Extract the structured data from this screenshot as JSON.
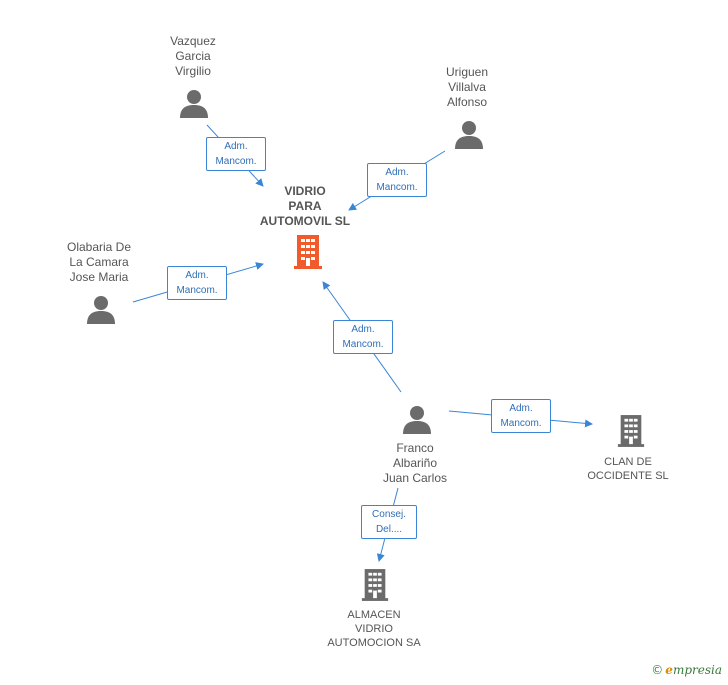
{
  "nodes": {
    "main": {
      "lines": [
        "VIDRIO",
        "PARA",
        "AUTOMOVIL SL"
      ],
      "color": "#f15a2a"
    },
    "vazquez": {
      "lines": [
        "Vazquez",
        "Garcia",
        "Virgilio"
      ]
    },
    "uriguen": {
      "lines": [
        "Uriguen",
        "Villalva",
        "Alfonso"
      ]
    },
    "olabaria": {
      "lines": [
        "Olabaria De",
        "La Camara",
        "Jose Maria"
      ]
    },
    "franco": {
      "lines": [
        "Franco",
        "Albariño",
        "Juan Carlos"
      ]
    },
    "clan": {
      "lines": [
        "CLAN DE",
        "OCCIDENTE SL"
      ]
    },
    "almacen": {
      "lines": [
        "ALMACEN",
        "VIDRIO",
        "AUTOMOCION SA"
      ]
    }
  },
  "relations": [
    {
      "id": "vazquez-main",
      "lines": [
        "Adm.",
        "Mancom."
      ]
    },
    {
      "id": "uriguen-main",
      "lines": [
        "Adm.",
        "Mancom."
      ]
    },
    {
      "id": "olabaria-main",
      "lines": [
        "Adm.",
        "Mancom."
      ]
    },
    {
      "id": "franco-main",
      "lines": [
        "Adm.",
        "Mancom."
      ]
    },
    {
      "id": "franco-clan",
      "lines": [
        "Adm.",
        "Mancom."
      ]
    },
    {
      "id": "franco-almacen",
      "lines": [
        "Consej.",
        "Del...."
      ]
    }
  ],
  "colors": {
    "edge": "#3a85d6",
    "person": "#6b6b6b",
    "company": "#6b6b6b",
    "main_company": "#f15a2a"
  },
  "footer": {
    "copyright": "©",
    "brand_initial": "e",
    "brand_rest": "mpresia"
  }
}
